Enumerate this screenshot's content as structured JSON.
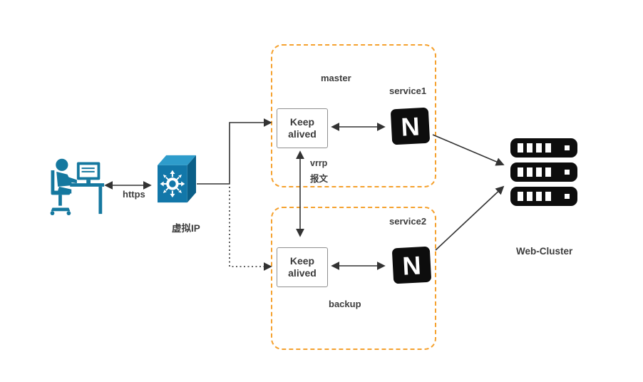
{
  "diagram": {
    "client": {
      "label_https": "https"
    },
    "virtual_ip": {
      "label": "虚拟IP"
    },
    "master_group": {
      "title": "master",
      "service_label": "service1",
      "keepalived": {
        "line1": "Keep",
        "line2": "alived"
      },
      "nginx_letter": "N"
    },
    "backup_group": {
      "title": "backup",
      "service_label": "service2",
      "keepalived": {
        "line1": "Keep",
        "line2": "alived"
      },
      "nginx_letter": "N"
    },
    "vrrp": {
      "line1": "vrrp",
      "line2": "报文"
    },
    "cluster": {
      "label": "Web-Cluster"
    },
    "colors": {
      "group_border_orange": "#F5A12E",
      "device_blue": "#1277A9",
      "device_blue_light": "#2E9CCB",
      "device_blue_dark": "#0B5F88",
      "icon_black": "#0D0D0D",
      "connector": "#333333",
      "text": "#3D3D3D"
    }
  }
}
